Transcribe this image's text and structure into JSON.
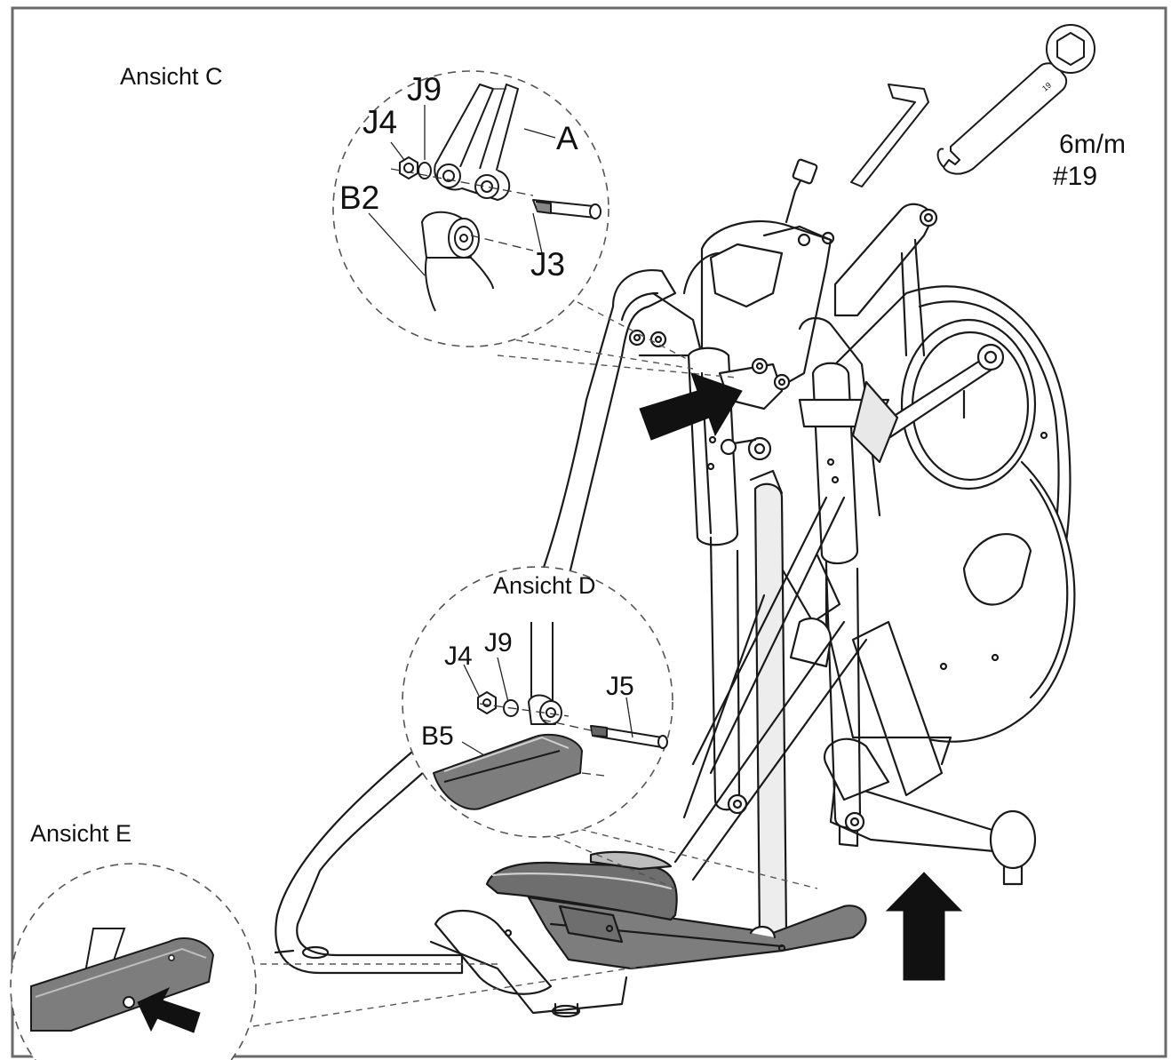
{
  "views": {
    "c": "Ansicht C",
    "d": "Ansicht D",
    "e": "Ansicht E"
  },
  "tools": {
    "size_allen": "6m/m",
    "size_wrench": "#19",
    "wrench_engraving": "19"
  },
  "parts_c": {
    "j9": "J9",
    "j4": "J4",
    "a": "A",
    "b2": "B2",
    "j3": "J3"
  },
  "parts_d": {
    "j9": "J9",
    "j4": "J4",
    "j5": "J5",
    "b5": "B5"
  },
  "colors": {
    "line": "#1a1a1a",
    "pedal_gray": "#7d7d7d",
    "arm_fill": "#ededed",
    "arrow": "#111111",
    "frame": "#6a6a6a"
  }
}
